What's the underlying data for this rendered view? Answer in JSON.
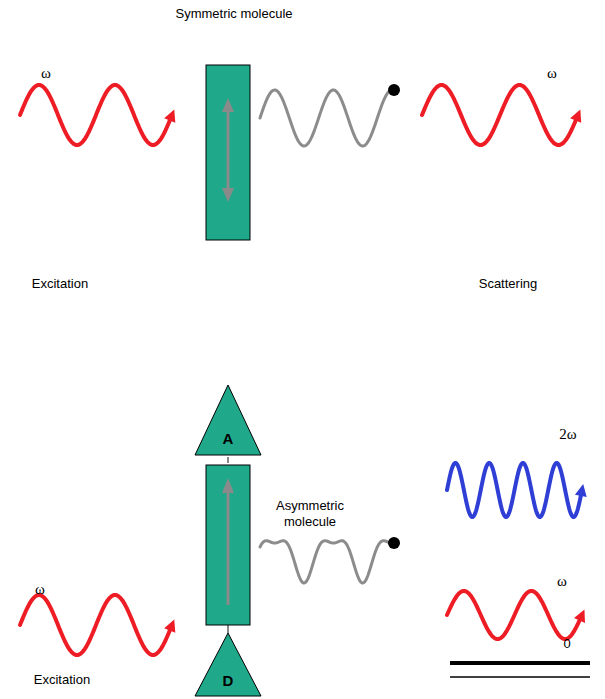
{
  "diagram": {
    "nodes": [
      {
        "text": [
          "A"
        ]
      },
      {
        "text": [
          "D"
        ]
      }
    ],
    "labels": [
      "Symmetric molecule",
      "ω",
      "ω",
      "Excitation",
      "Scattering",
      "2ω",
      "Asymmetric molecule",
      "ω",
      "ω",
      "Excitation",
      "0"
    ]
  }
}
